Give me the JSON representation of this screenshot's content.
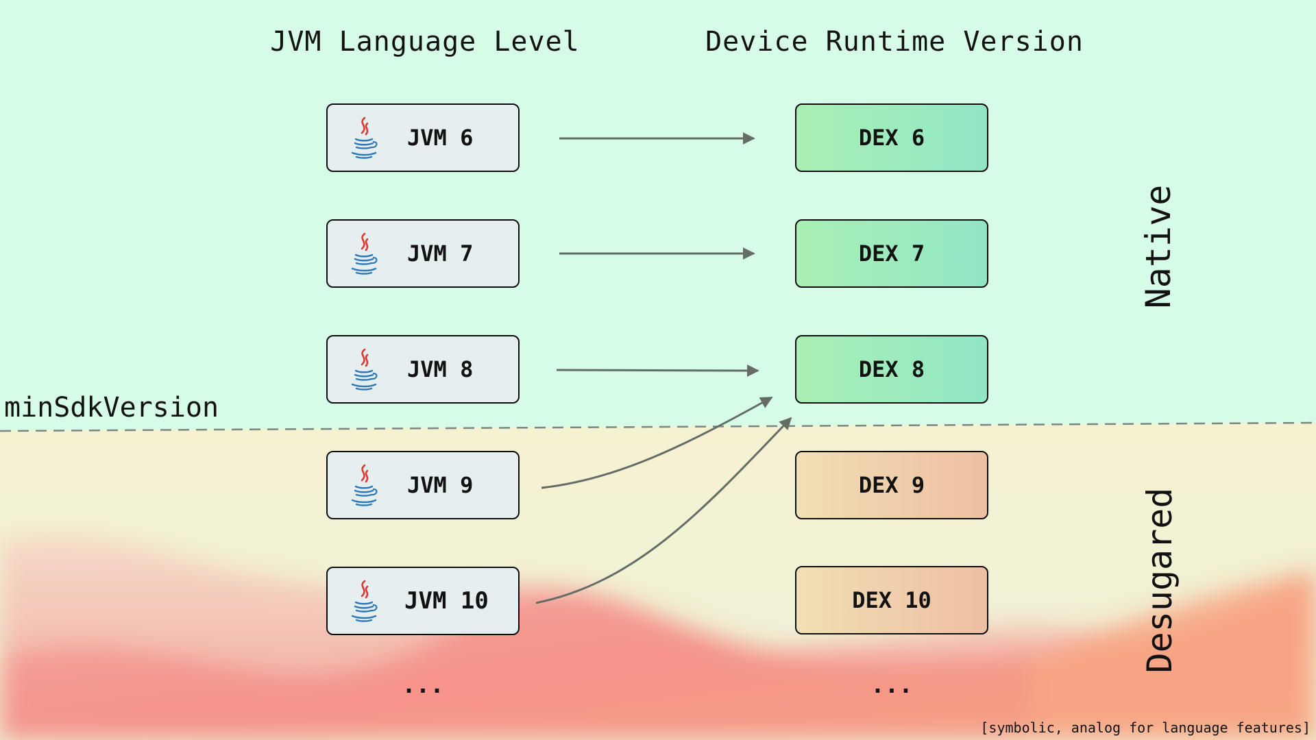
{
  "headers": {
    "jvm": "JVM Language Level",
    "dex": "Device Runtime Version"
  },
  "jvm_rows": [
    {
      "label": "JVM 6"
    },
    {
      "label": "JVM 7"
    },
    {
      "label": "JVM 8"
    },
    {
      "label": "JVM 9"
    },
    {
      "label": "JVM 10"
    }
  ],
  "dex_rows": [
    {
      "label": "DEX 6",
      "group": "native"
    },
    {
      "label": "DEX 7",
      "group": "native"
    },
    {
      "label": "DEX 8",
      "group": "native"
    },
    {
      "label": "DEX 9",
      "group": "desugared"
    },
    {
      "label": "DEX 10",
      "group": "desugared"
    }
  ],
  "ellipsis": {
    "jvm": "...",
    "dex": "..."
  },
  "threshold_label": "minSdkVersion",
  "side_labels": {
    "native": "Native",
    "desugared": "Desugared"
  },
  "footnote": "[symbolic, analog for language features]",
  "colors": {
    "native_background": "#d6fbe6",
    "desugared_background": "#f2f1d3",
    "arrow": "#646c66",
    "threshold_line": "#7d8580",
    "jvm_box": "#e6eff0",
    "dex_native_gradient": [
      "#a9efb4",
      "#92e6c6"
    ],
    "dex_desugared_gradient": [
      "#f1dfb5",
      "#eebfa2"
    ],
    "java_steam": "#e2352f",
    "java_cup": "#2f78b6"
  },
  "icons": {
    "jvm_box_icon": "java-coffee-cup-icon"
  }
}
